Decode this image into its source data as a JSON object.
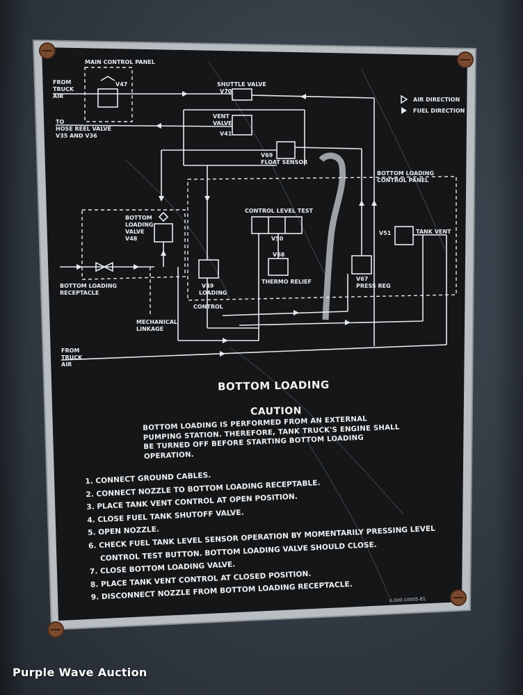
{
  "diagram": {
    "main_control_panel": "MAIN CONTROL PANEL",
    "from_truck_air_top": [
      "FROM",
      "TRUCK",
      "AIR"
    ],
    "v47": "V47",
    "shuttle_valve": "SHUTTLE VALVE",
    "v70": "V70",
    "to_hose_reel": [
      "TO",
      "HOSE REEL VALVE",
      "V35 AND V36"
    ],
    "vent_valve": [
      "VENT",
      "VALVE",
      "V41"
    ],
    "v69_float_sensor": [
      "V69",
      "FLOAT SENSOR"
    ],
    "legend_air": "AIR DIRECTION",
    "legend_fuel": "FUEL DIRECTION",
    "bottom_loading_control_panel": [
      "BOTTOM LOADING",
      "CONTROL PANEL"
    ],
    "bottom_loading_valve": [
      "BOTTOM",
      "LOADING",
      "VALVE",
      "V48"
    ],
    "control_level_test": "CONTROL LEVEL TEST",
    "v50": "V50",
    "v51": "V51",
    "tank_vent": "TANK VENT",
    "v68_thermo_relief": [
      "V68",
      "THERMO RELIEF"
    ],
    "v67_press_reg": [
      "V67",
      "PRESS REG"
    ],
    "bottom_loading_receptacle": [
      "BOTTOM LOADING",
      "RECEPTACLE"
    ],
    "v49_loading_control": [
      "V49",
      "LOADING",
      "CONTROL"
    ],
    "mechanical_linkage": [
      "MECHANICAL",
      "LINKAGE"
    ],
    "from_truck_air_bottom": [
      "FROM",
      "TRUCK",
      "AIR"
    ]
  },
  "title": "BOTTOM LOADING",
  "caution": "CAUTION",
  "warning_lines": [
    "BOTTOM LOADING IS PERFORMED FROM AN EXTERNAL",
    "PUMPING STATION. THEREFORE, TANK TRUCK'S ENGINE SHALL",
    "BE TURNED OFF BEFORE STARTING BOTTOM LOADING",
    "OPERATION."
  ],
  "steps": [
    "1. CONNECT GROUND CABLES.",
    "2. CONNECT NOZZLE TO BOTTOM LOADING RECEPTABLE.",
    "3. PLACE TANK VENT CONTROL AT OPEN POSITION.",
    "4. CLOSE FUEL TANK SHUTOFF VALVE.",
    "5. OPEN NOZZLE.",
    "6. CHECK FUEL TANK LEVEL SENSOR OPERATION BY MOMENTARILY PRESSING LEVEL",
    "CONTROL TEST BUTTON. BOTTOM LOADING VALVE SHOULD CLOSE.",
    "7. CLOSE BOTTOM LOADING VALVE.",
    "8. PLACE TANK VENT CONTROL AT CLOSED POSITION.",
    "9. DISCONNECT NOZZLE FROM BOTTOM LOADING RECEPTACLE."
  ],
  "part_number": "K-300-10005-81",
  "watermark": "Purple Wave Auction",
  "colors": {
    "plate": "#121416",
    "print": "#e9ecef",
    "frame": "#c9cdd0",
    "background": "#3a434c",
    "rivet": "#7a4a2f"
  }
}
